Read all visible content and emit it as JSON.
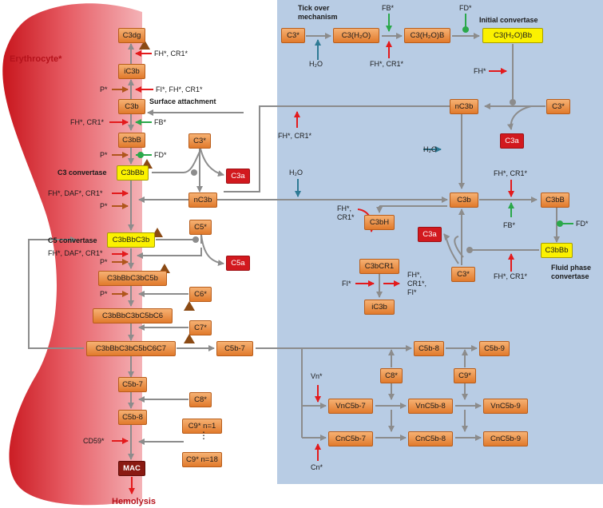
{
  "panel": {
    "erythrocyte_title": "Erythrocyte*",
    "hemolysis": "Hemolysis"
  },
  "section_labels": {
    "tick_over": "Tick over\nmechanism",
    "initial_convertase": "Initial convertase",
    "surface_attachment": "Surface attachment",
    "c3_convertase": "C3 convertase",
    "c5_convertase": "C5 convertase",
    "fluid_phase": "Fluid phase\nconvertase"
  },
  "nodes": {
    "c3dg": "C3dg",
    "ic3b_top": "iC3b",
    "c3b_left": "C3b",
    "c3bB_left": "C3bB",
    "c3bBb_left": "C3bBb",
    "c3_left": "C3*",
    "c3a_left": "C3a",
    "nc3b_left": "nC3b",
    "c3bbbc3b": "C3bBbC3b",
    "c5_star": "C5*",
    "c5a": "C5a",
    "c3bbbc3bc5b": "C3bBbC3bC5b",
    "c6_star": "C6*",
    "c3bbbc3bc5bc6": "C3bBbC3bC5bC6",
    "c7_star": "C7*",
    "c3bbbc3bc5bc6c7": "C3bBbC3bC5bC6C7",
    "c5b7_mid": "C5b-7",
    "c5b7_left": "C5b-7",
    "c8_left": "C8*",
    "c5b8_left": "C5b-8",
    "c9_n1": "C9* n=1",
    "c9_n18": "C9* n=18",
    "mac": "MAC",
    "c3_tick": "C3*",
    "c3h2o": "C3(H₂O)",
    "c3h2ob": "C3(H₂O)B",
    "c3h2obb": "C3(H₂O)Bb",
    "nc3b_right": "nC3b",
    "c3_right": "C3*",
    "c3a_right": "C3a",
    "c3b_right": "C3b",
    "c3bB_right": "C3bB",
    "c3bh": "C3bH",
    "c3bcr1": "C3bCR1",
    "ic3b_right": "iC3b",
    "c3a_mid": "C3a",
    "c3_mid": "C3*",
    "c3bbb_right": "C3bBb",
    "c5b8_right": "C5b-8",
    "c5b9_right": "C5b-9",
    "c8_right": "C8*",
    "c9_right": "C9*",
    "vnc5b7": "VnC5b-7",
    "vnc5b8": "VnC5b-8",
    "vnc5b9": "VnC5b-9",
    "cnc5b7": "CnC5b-7",
    "cnc5b8": "CnC5b-8",
    "cnc5b9": "CnC5b-9"
  },
  "regulators": {
    "fh_cr1_1": "FH*, CR1*",
    "p_1": "P*",
    "fi_fh_cr1": "FI*, FH*, CR1*",
    "fh_cr1_2": "FH*, CR1*",
    "fb_1": "FB*",
    "p_2": "P*",
    "fd_1": "FD*",
    "fh_daf_cr1_1": "FH*, DAF*, CR1*",
    "p_3": "P*",
    "fh_daf_cr1_2": "FH*, DAF*, CR1*",
    "p_4": "P*",
    "p_5": "P*",
    "cd59": "CD59*",
    "h2o_1": "H₂O",
    "fb_2": "FB*",
    "fh_cr1_3": "FH*, CR1*",
    "fd_2": "FD*",
    "fh_1": "FH*",
    "fh_cr1_4": "FH*, CR1*",
    "h2o_2": "H₂O",
    "h2o_3": "H₂O",
    "fh_cr1_5": "FH*,\nCR1*",
    "fh_cr1_6": "FH*, CR1*",
    "fb_3": "FB*",
    "fd_3": "FD*",
    "fi": "FI*",
    "fh_cr1_fi": "FH*,\nCR1*,\nFI*",
    "fh_cr1_7": "FH*, CR1*",
    "vn": "Vn*",
    "cn": "Cn*"
  },
  "colors": {
    "fluid_panel": "#b8cce4",
    "erythrocyte_dark": "#c8161d",
    "erythrocyte_light": "#f2a0a5",
    "arrow_gray": "#8c8c8c",
    "inhibitor_red": "#e31a1c",
    "activator_green": "#2aa84a",
    "water_teal": "#2e7a94",
    "triangle_brown": "#8b4a14"
  }
}
